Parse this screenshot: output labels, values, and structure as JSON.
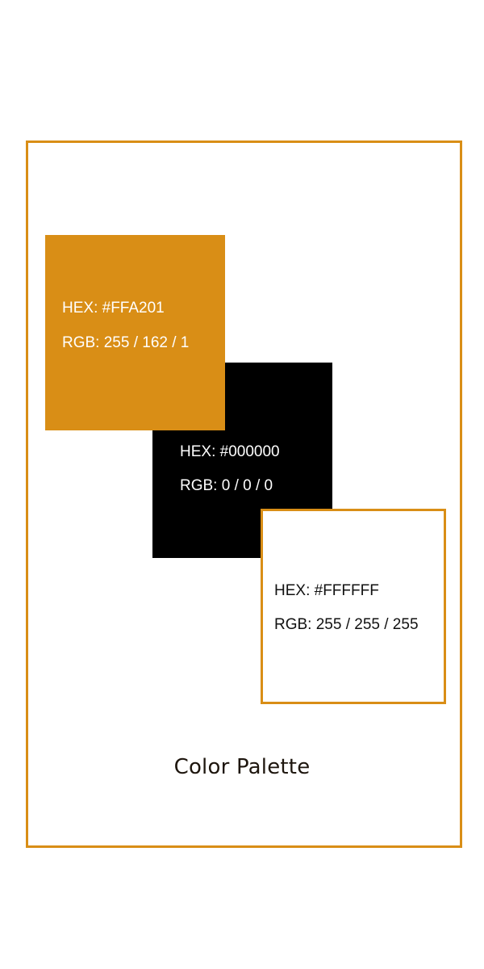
{
  "palette": {
    "title": "Color Palette",
    "frame_color": "#d98e16",
    "swatches": [
      {
        "fill": "#d98e16",
        "hex_label": "HEX: #FFA201",
        "rgb_label": "RGB: 255 / 162 / 1"
      },
      {
        "fill": "#000000",
        "hex_label": "HEX: #000000",
        "rgb_label": "RGB: 0 / 0 / 0"
      },
      {
        "fill": "#ffffff",
        "hex_label": "HEX: #FFFFFF",
        "rgb_label": "RGB: 255 / 255 / 255"
      }
    ]
  }
}
